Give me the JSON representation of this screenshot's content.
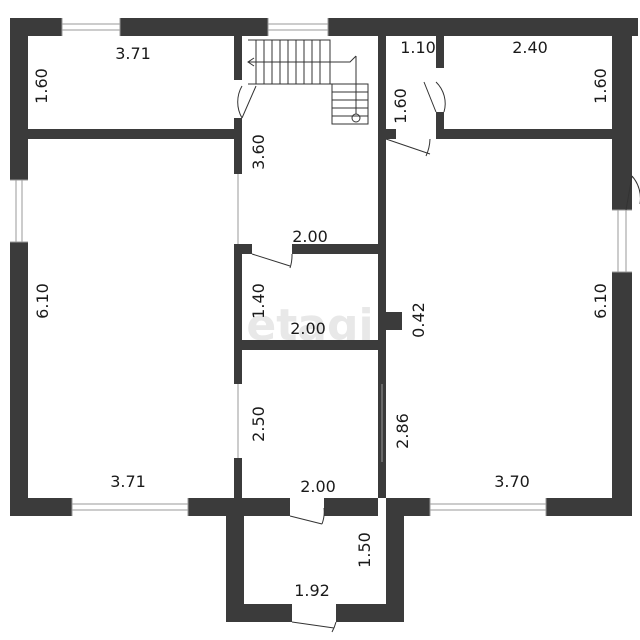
{
  "watermark": "etagi",
  "rooms": [
    {
      "id": "top-left-room",
      "width_label": "3.71",
      "height_label": "1.60"
    },
    {
      "id": "stair-hall",
      "height_label": "3.60",
      "width_label": "2.00"
    },
    {
      "id": "small-closet",
      "width_label": "1.10",
      "height_label": "1.60"
    },
    {
      "id": "top-right-room",
      "width_label": "2.40",
      "height_label": "1.60"
    },
    {
      "id": "left-room",
      "height_label": "6.10",
      "width_label": "3.71"
    },
    {
      "id": "mid-room",
      "height_label": "1.40",
      "width_label": "2.00"
    },
    {
      "id": "lower-mid-room",
      "height_label": "2.50",
      "width_label": "2.00"
    },
    {
      "id": "right-room",
      "height_label": "6.10",
      "width_label": "3.70",
      "wall_label": "0.42",
      "side_label": "2.86"
    },
    {
      "id": "vestibule",
      "height_label": "1.50",
      "width_label": "1.92"
    }
  ]
}
